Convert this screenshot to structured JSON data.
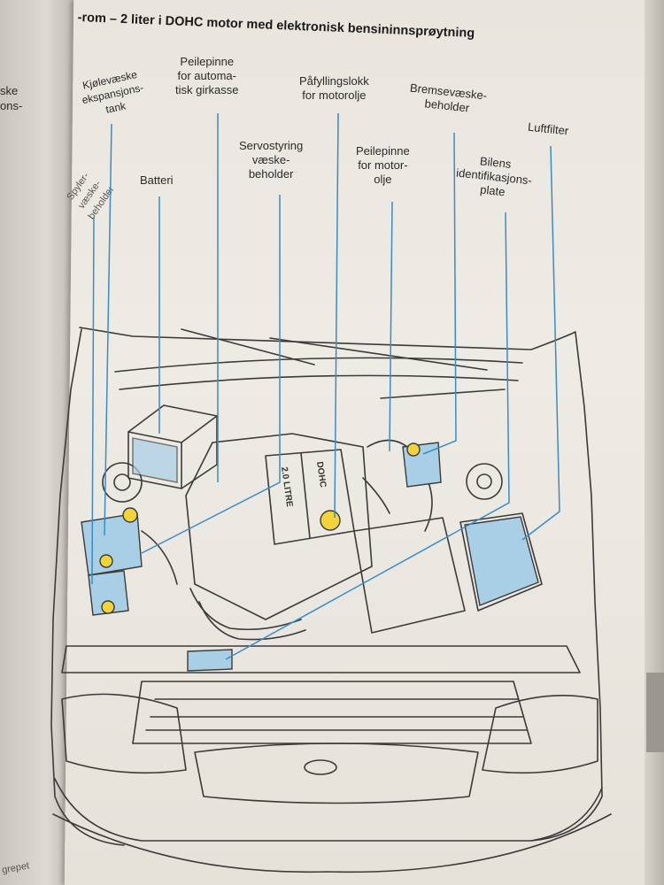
{
  "page": {
    "title": "-rom – 2 liter i DOHC motor med elektronisk bensininnsprøytning",
    "left_fragments": [
      "ske",
      "ons-"
    ],
    "footer_fragment": "grepet"
  },
  "labels": {
    "kjolevaeske": "Kjølevæske\nekspansjons-\ntank",
    "spylervaeske": "Spyler-\nvæske-\nbeholder",
    "batteri": "Batteri",
    "peilepinne_auto": "Peilepinne\nfor automa-\ntisk girkasse",
    "servostyring": "Servostyring\nvæske-\nbeholder",
    "pafyllingslokk": "Påfyllingslokk\nfor motorolje",
    "peilepinne_motor": "Peilepinne\nfor motor-\nolje",
    "bremsevaeske": "Bremsevæske-\nbeholder",
    "identifikasjon": "Bilens\nidentifikasjons-\nplate",
    "luftfilter": "Luftfilter"
  },
  "engine_text": {
    "cover_left": "2.0 LITRE",
    "cover_right": "DOHC"
  },
  "colors": {
    "leader": "#3a8cc4",
    "highlight_blue": "#a9cfe6",
    "highlight_yellow": "#f2d43a",
    "ink": "#3b3b3b"
  }
}
